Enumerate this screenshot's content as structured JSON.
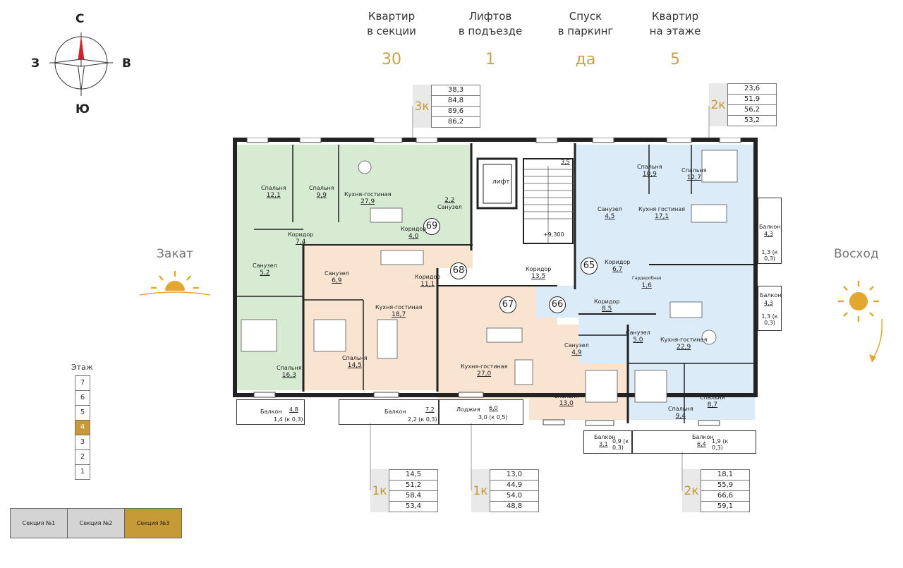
{
  "stats": [
    {
      "label_line1": "Квартир",
      "label_line2": "в секции",
      "value": "30"
    },
    {
      "label_line1": "Лифтов",
      "label_line2": "в подъезде",
      "value": "1"
    },
    {
      "label_line1": "Спуск",
      "label_line2": "в паркинг",
      "value": "да"
    },
    {
      "label_line1": "Квартир",
      "label_line2": "на этаже",
      "value": "5"
    }
  ],
  "compass": {
    "n": "С",
    "s": "Ю",
    "w": "З",
    "e": "В"
  },
  "sides": {
    "west": "Закат",
    "east": "Восход"
  },
  "floors": {
    "title": "Этаж",
    "items": [
      "7",
      "6",
      "5",
      "4",
      "3",
      "2",
      "1"
    ],
    "active": "4"
  },
  "sections": [
    {
      "label": "Секция №1",
      "color": "#d4d4d4"
    },
    {
      "label": "Секция №2",
      "color": "#d4d4d4"
    },
    {
      "label": "Секция №3",
      "color": "#c69a37"
    }
  ],
  "info_cards": [
    {
      "type": "3к",
      "values": [
        "38,3",
        "84,8",
        "89,6",
        "86,2"
      ]
    },
    {
      "type": "2к",
      "values": [
        "23,6",
        "51,9",
        "56,2",
        "53,2"
      ]
    },
    {
      "type": "1к",
      "values": [
        "14,5",
        "51,2",
        "58,4",
        "53,4"
      ]
    },
    {
      "type": "1к",
      "values": [
        "13,0",
        "44,9",
        "54,0",
        "48,8"
      ]
    },
    {
      "type": "2к",
      "values": [
        "18,1",
        "55,9",
        "66,6",
        "59,1"
      ]
    }
  ],
  "apartments": [
    "69",
    "68",
    "67",
    "66",
    "65"
  ],
  "rooms": [
    {
      "name": "Спальня",
      "area": "12,1"
    },
    {
      "name": "Спальня",
      "area": "9,9"
    },
    {
      "name": "Кухня-гостиная",
      "area": "27,9"
    },
    {
      "name": "Санузел",
      "area": "2,2"
    },
    {
      "name": "Коридор",
      "area": "4,0"
    },
    {
      "name": "Коридор",
      "area": "7,4"
    },
    {
      "name": "Санузел",
      "area": "5,2"
    },
    {
      "name": "Спальня",
      "area": "16,3"
    },
    {
      "name": "Санузел",
      "area": "6,9"
    },
    {
      "name": "Коридор",
      "area": "11,1"
    },
    {
      "name": "Кухня-гостиная",
      "area": "18,7"
    },
    {
      "name": "Спальня",
      "area": "14,5"
    },
    {
      "name": "Коридор",
      "area": "13,5"
    },
    {
      "name": "Кухня-гостиная",
      "area": "27,0"
    },
    {
      "name": "Санузел",
      "area": "4,9"
    },
    {
      "name": "Спальня",
      "area": "13,0"
    },
    {
      "name": "Спальня",
      "area": "10,9"
    },
    {
      "name": "Спальня",
      "area": "12,7"
    },
    {
      "name": "Санузел",
      "area": "4,5"
    },
    {
      "name": "Кухня гостиная",
      "area": "17,1"
    },
    {
      "name": "Коридор",
      "area": "6,7"
    },
    {
      "name": "Гардеробная",
      "area": "1,6"
    },
    {
      "name": "Коридор",
      "area": "8,5"
    },
    {
      "name": "Санузел",
      "area": "5,0"
    },
    {
      "name": "Кухня-гостиная",
      "area": "22,9"
    },
    {
      "name": "Спальня",
      "area": "9,4"
    },
    {
      "name": "Спальня",
      "area": "8,7"
    }
  ],
  "core": {
    "lift": "лифт",
    "stair_area": "3,5",
    "level": "+9,300"
  },
  "balconies": [
    {
      "label": "Балкон",
      "area": "4,8",
      "sub": "1,4 (к 0,3)"
    },
    {
      "label": "Балкон",
      "area": "7,2",
      "sub": "2,2 (к 0,3)"
    },
    {
      "label": "Лоджия",
      "area": "6,0",
      "sub": "3,0 (к 0,5)"
    },
    {
      "label": "Балкон",
      "area": "3,1",
      "sub": "0,9 (к 0,3)"
    },
    {
      "label": "Балкон",
      "area": "6,4",
      "sub": "1,9 (к 0,3)"
    },
    {
      "label": "Балкон",
      "area": "4,3",
      "sub": "1,3 (к 0,3)"
    },
    {
      "label": "Балкон",
      "area": "4,3",
      "sub": "1,3 (к 0,3)"
    }
  ],
  "colors": {
    "accent": "#c69a37",
    "apt69": "#d6ebd2",
    "apt68": "#f9e3d1",
    "apt67": "#f9e3d1",
    "apt66": "#dcebf8",
    "apt65": "#dcebf8"
  }
}
